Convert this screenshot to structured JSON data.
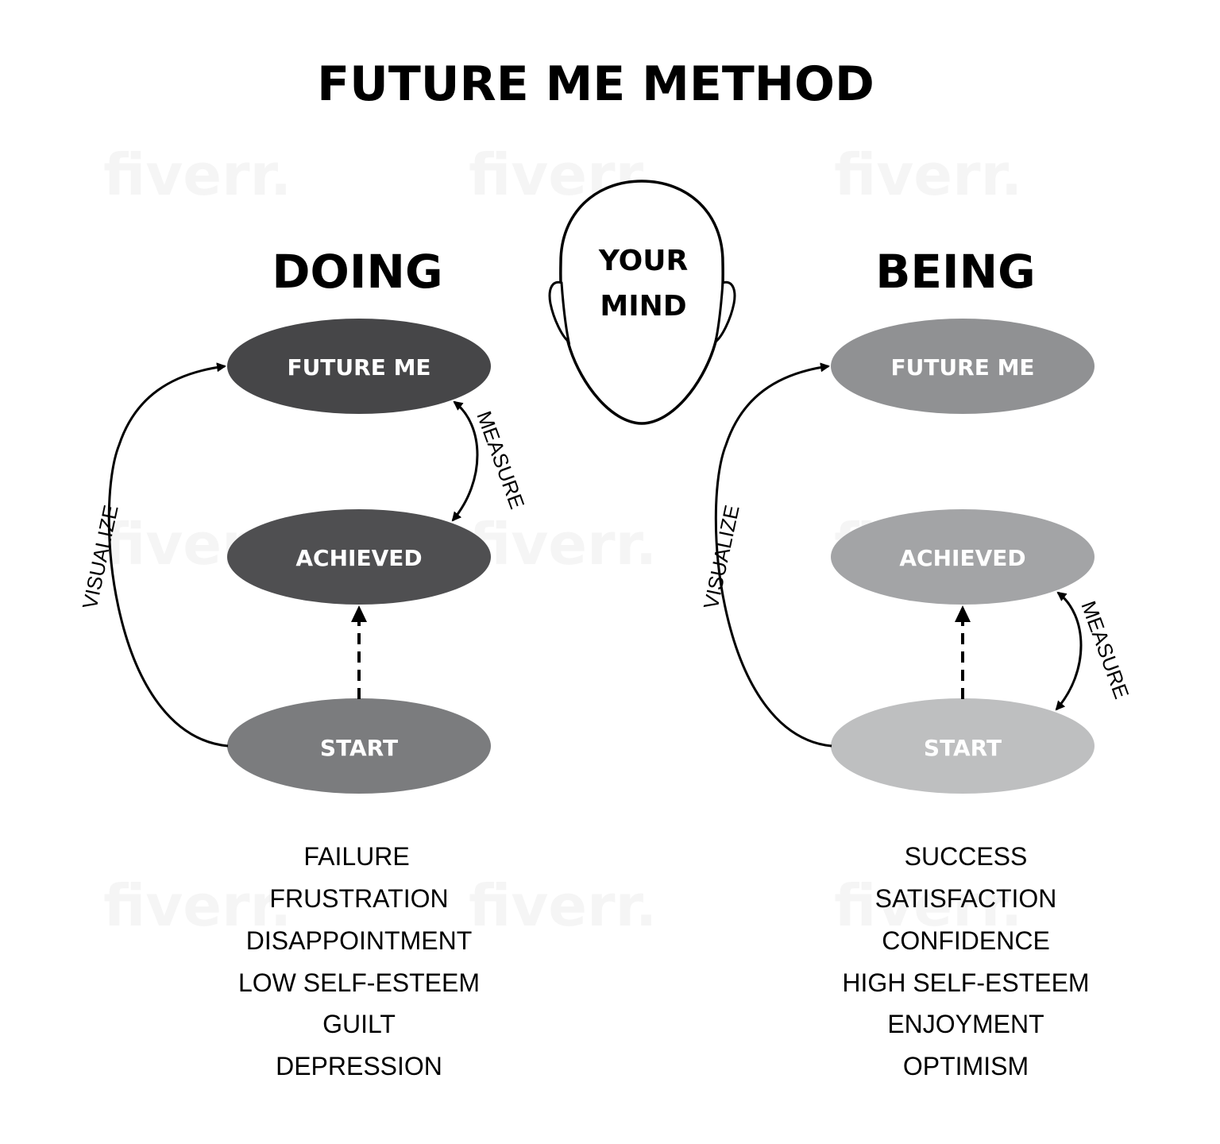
{
  "title": "FUTURE ME METHOD",
  "watermark": "fiverr.",
  "mind": {
    "line1": "YOUR",
    "line2": "MIND"
  },
  "doing": {
    "heading": "DOING",
    "nodes": {
      "future": "FUTURE ME",
      "achieved": "ACHIEVED",
      "start": "START"
    },
    "colors": {
      "future": "#464648",
      "achieved": "#4f4f51",
      "start": "#7b7c7e"
    },
    "visualize": "VISUALIZE",
    "measure": "MEASURE",
    "outcomes": [
      "FAILURE",
      "FRUSTRATION",
      "DISAPPOINTMENT",
      "LOW SELF-ESTEEM",
      "GUILT",
      "DEPRESSION"
    ]
  },
  "being": {
    "heading": "BEING",
    "nodes": {
      "future": "FUTURE ME",
      "achieved": "ACHIEVED",
      "start": "START"
    },
    "colors": {
      "future": "#909193",
      "achieved": "#a3a4a6",
      "start": "#bebfc0"
    },
    "visualize": "VISUALIZE",
    "measure": "MEASURE",
    "outcomes": [
      "SUCCESS",
      "SATISFACTION",
      "CONFIDENCE",
      "HIGH SELF-ESTEEM",
      "ENJOYMENT",
      "OPTIMISM"
    ]
  }
}
